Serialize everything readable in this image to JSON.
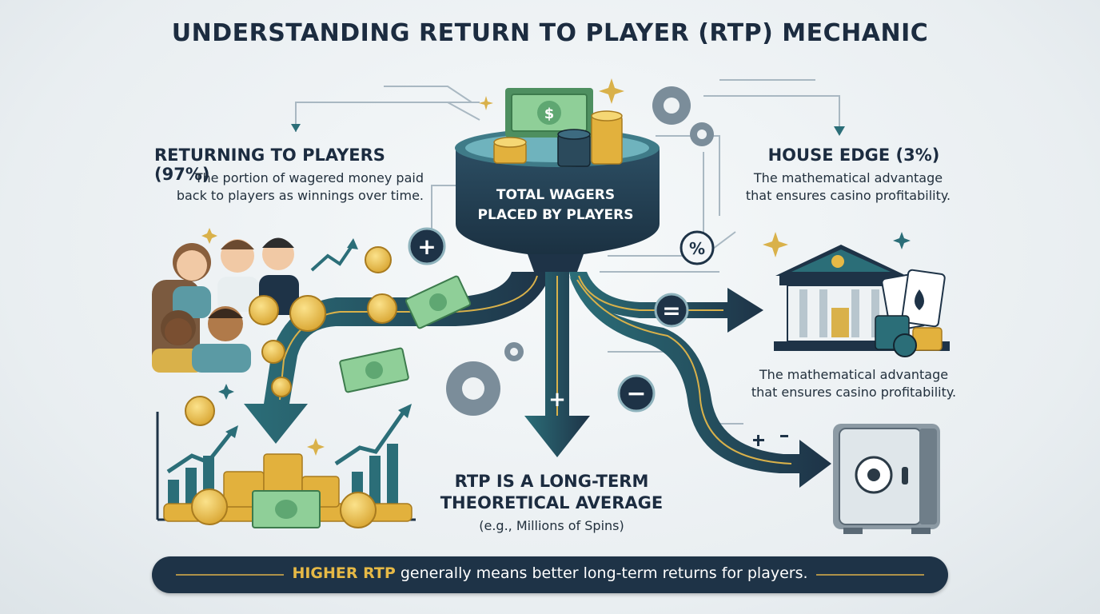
{
  "title": "UNDERSTANDING RETURN TO PLAYER (RTP) MECHANIC",
  "pot": {
    "line1": "TOTAL WAGERS",
    "line2": "PLACED BY PLAYERS"
  },
  "left": {
    "heading": "RETURNING TO PLAYERS (97%)",
    "description_line1": "The portion of wagered money paid",
    "description_line2": "back to players as winnings over time."
  },
  "right": {
    "heading": "HOUSE EDGE (3%)",
    "description_line1": "The mathematical advantage",
    "description_line2": "that ensures casino profitability.",
    "description2_line1": "The mathematical advantage",
    "description2_line2": "that ensures casino profitability."
  },
  "center": {
    "line1": "RTP IS A LONG-TERM",
    "line2": "THEORETICAL AVERAGE",
    "note": "(e.g., Millions of Spins)"
  },
  "banner": {
    "highlight": "HIGHER RTP",
    "rest": " generally means better long-term returns for players."
  },
  "symbols": {
    "plus": "+",
    "minus": "−",
    "equals": "=",
    "percent": "%",
    "dollar": "$"
  },
  "colors": {
    "navy": "#1e3347",
    "teal": "#2b6e78",
    "gold": "#e6b946",
    "cash_green": "#5fa772"
  }
}
